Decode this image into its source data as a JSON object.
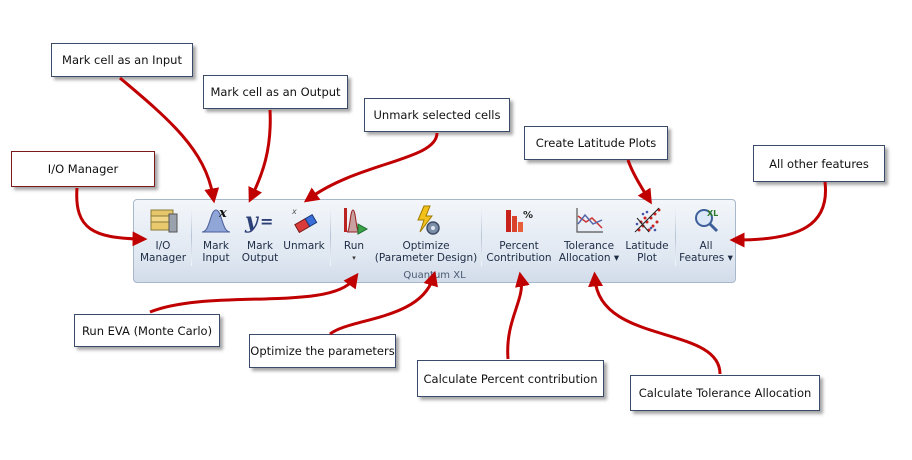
{
  "callouts": {
    "mark_input": "Mark cell as an Input",
    "mark_output": "Mark cell as an Output",
    "unmark": "Unmark selected cells",
    "latitude": "Create Latitude Plots",
    "all_other": "All other features",
    "io_manager": "I/O Manager",
    "run_eva": "Run EVA (Monte Carlo)",
    "optimize": "Optimize the parameters",
    "percent": "Calculate Percent contribution",
    "tolerance": "Calculate Tolerance Allocation"
  },
  "ribbon": {
    "group_label": "Quantum XL",
    "buttons": {
      "io_manager": {
        "line1": "I/O",
        "line2": "Manager",
        "icon": "folders-icon"
      },
      "mark_input": {
        "line1": "Mark",
        "line2": "Input",
        "icon": "distribution-x-icon"
      },
      "mark_output": {
        "line1": "Mark",
        "line2": "Output",
        "icon": "y-equals-icon"
      },
      "unmark": {
        "line1": "Unmark",
        "line2": "",
        "icon": "eraser-icon"
      },
      "run": {
        "line1": "Run",
        "line2": "▾",
        "icon": "run-eva-icon"
      },
      "optimize": {
        "line1": "Optimize",
        "line2": "(Parameter Design)",
        "icon": "gears-icon"
      },
      "percent": {
        "line1": "Percent",
        "line2": "Contribution",
        "icon": "bar-chart-percent-icon"
      },
      "tolerance": {
        "line1": "Tolerance",
        "line2": "Allocation ▾",
        "icon": "line-chart-icon"
      },
      "latitude": {
        "line1": "Latitude",
        "line2": "Plot",
        "icon": "scatter-plot-icon"
      },
      "all": {
        "line1": "All",
        "line2": "Features ▾",
        "icon": "magnifier-xl-icon"
      }
    }
  },
  "colors": {
    "arrow": "#c00000",
    "ribbon_border": "#a9b7cb"
  }
}
